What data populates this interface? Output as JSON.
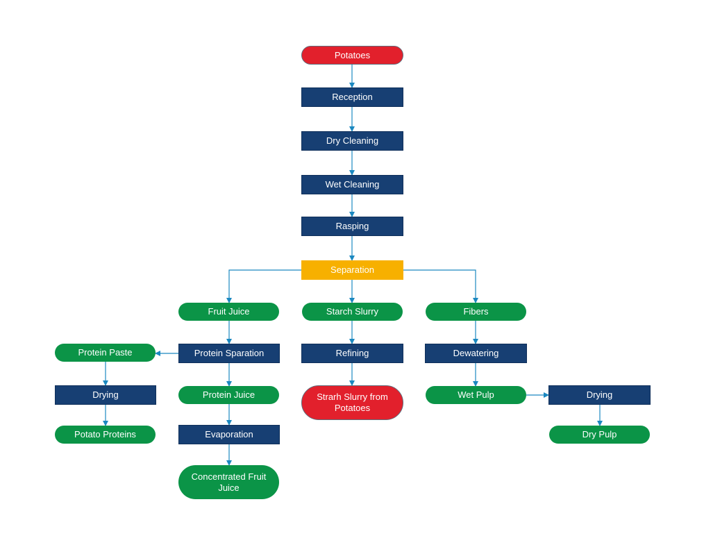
{
  "colors": {
    "process": "#173f73",
    "input": "#e2202c",
    "product": "#0b9447",
    "separation": "#f7b000",
    "connector": "#1b88c0"
  },
  "nodes": {
    "potatoes": "Potatoes",
    "reception": "Reception",
    "dry_cleaning": "Dry Cleaning",
    "wet_cleaning": "Wet Cleaning",
    "rasping": "Rasping",
    "separation": "Separation",
    "fruit_juice": "Fruit Juice",
    "starch_slurry": "Starch Slurry",
    "fibers": "Fibers",
    "protein_paste": "Protein Paste",
    "protein_separation": "Protein Sparation",
    "refining": "Refining",
    "dewatering": "Dewatering",
    "drying_left": "Drying",
    "protein_juice": "Protein Juice",
    "starch_slurry_from_potatoes": "Strarh Slurry from Potatoes",
    "wet_pulp": "Wet Pulp",
    "drying_right": "Drying",
    "potato_proteins": "Potato Proteins",
    "evaporation": "Evaporation",
    "dry_pulp": "Dry Pulp",
    "concentrated_fruit_juice": "Concentrated Fruit Juice"
  }
}
